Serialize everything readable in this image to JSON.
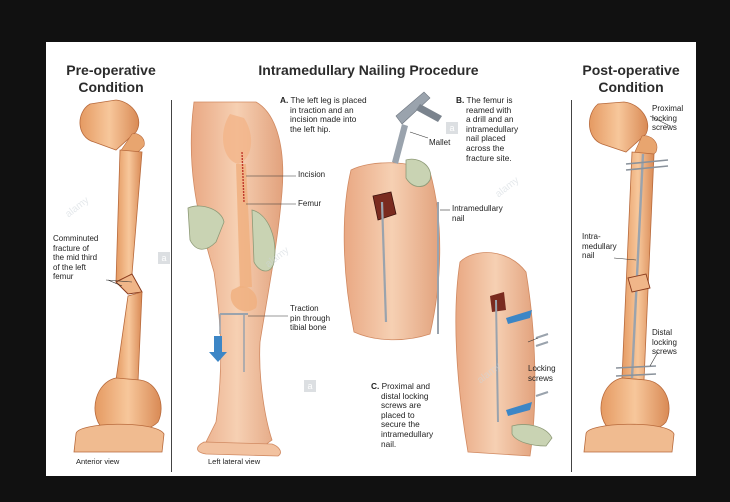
{
  "titles": {
    "pre_line1": "Pre-operative",
    "pre_line2": "Condition",
    "main": "Intramedullary Nailing Procedure",
    "post_line1": "Post-operative",
    "post_line2": "Condition"
  },
  "left_panel": {
    "fracture_label": [
      "Comminuted",
      "fracture of",
      "the mid third",
      "of the left",
      "femur"
    ],
    "view_label": "Anterior view"
  },
  "middle_panel": {
    "step_a": {
      "letter": "A.",
      "lines": [
        "The left leg is placed",
        "in traction and an",
        "incision made into",
        "the left hip."
      ]
    },
    "incision_label": "Incision",
    "femur_label": "Femur",
    "traction_label": [
      "Traction",
      "pin through",
      "tibial bone"
    ],
    "view_label": "Left lateral view"
  },
  "procedure_panel": {
    "step_b": {
      "letter": "B.",
      "lines": [
        "The femur is",
        "reamed with",
        "a drill and an",
        "intramedullary",
        "nail placed",
        "across the",
        "fracture site."
      ]
    },
    "mallet_label": "Mallet",
    "nail_label": [
      "Intramedullary",
      "nail"
    ],
    "locking_label": [
      "Locking",
      "screws"
    ],
    "step_c": {
      "letter": "C.",
      "lines": [
        "Proximal and",
        "distal locking",
        "screws are",
        "placed to",
        "secure the",
        "intramedullary",
        "nail."
      ]
    }
  },
  "right_panel": {
    "proximal_label": [
      "Proximal",
      "locking",
      "screws"
    ],
    "nail_label": [
      "Intra-",
      "medullary",
      "nail"
    ],
    "distal_label": [
      "Distal",
      "locking",
      "screws"
    ]
  },
  "watermark": "alamy",
  "watermark_mark": "a",
  "colors": {
    "background": "#111111",
    "panel": "#ffffff",
    "bone": "#f1b98a",
    "bone_shade": "#d98a55",
    "skin": "#f3c7a6",
    "glove": "#c9d3b3",
    "metal": "#9aa3ad",
    "arrow_blue": "#3c86c6"
  }
}
